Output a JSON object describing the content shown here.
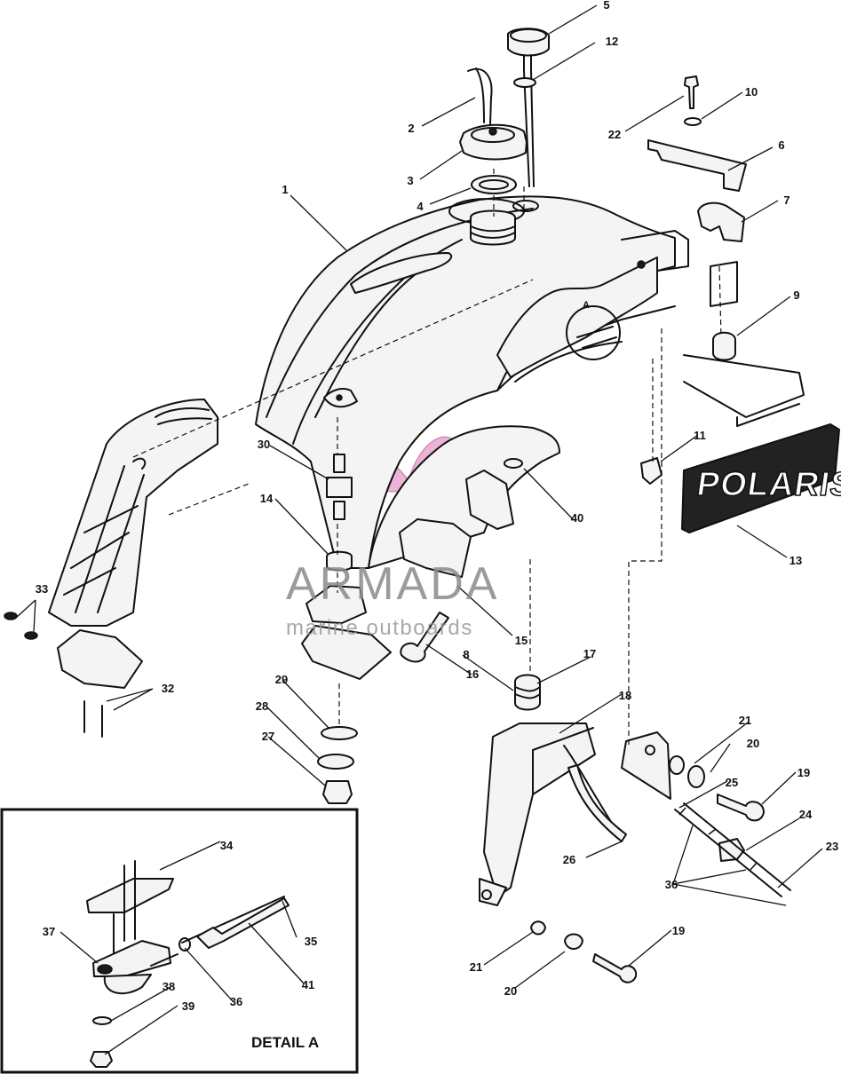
{
  "diagram": {
    "watermark": {
      "brand": "ARMADA",
      "tagline": "marine outboards",
      "logo_icon": "propeller-icon",
      "color": "#e8a8cf"
    },
    "detail_label": "DETAIL A",
    "detail_marker": "A",
    "decal_text": "POLARIS",
    "callouts": [
      {
        "id": "c1",
        "label": "1"
      },
      {
        "id": "c2",
        "label": "2"
      },
      {
        "id": "c3",
        "label": "3"
      },
      {
        "id": "c4",
        "label": "4"
      },
      {
        "id": "c5",
        "label": "5"
      },
      {
        "id": "c6",
        "label": "6"
      },
      {
        "id": "c7",
        "label": "7"
      },
      {
        "id": "c8",
        "label": "8"
      },
      {
        "id": "c9",
        "label": "9"
      },
      {
        "id": "c10",
        "label": "10"
      },
      {
        "id": "c11",
        "label": "11"
      },
      {
        "id": "c12",
        "label": "12"
      },
      {
        "id": "c13",
        "label": "13"
      },
      {
        "id": "c14",
        "label": "14"
      },
      {
        "id": "c15",
        "label": "15"
      },
      {
        "id": "c16",
        "label": "16"
      },
      {
        "id": "c17",
        "label": "17"
      },
      {
        "id": "c18",
        "label": "18"
      },
      {
        "id": "c19a",
        "label": "19"
      },
      {
        "id": "c19b",
        "label": "19"
      },
      {
        "id": "c20a",
        "label": "20"
      },
      {
        "id": "c20b",
        "label": "20"
      },
      {
        "id": "c21a",
        "label": "21"
      },
      {
        "id": "c21b",
        "label": "21"
      },
      {
        "id": "c22",
        "label": "22"
      },
      {
        "id": "c23",
        "label": "23"
      },
      {
        "id": "c24",
        "label": "24"
      },
      {
        "id": "c25",
        "label": "25"
      },
      {
        "id": "c26",
        "label": "26"
      },
      {
        "id": "c27",
        "label": "27"
      },
      {
        "id": "c28",
        "label": "28"
      },
      {
        "id": "c29",
        "label": "29"
      },
      {
        "id": "c30",
        "label": "30"
      },
      {
        "id": "c32",
        "label": "32"
      },
      {
        "id": "c33",
        "label": "33"
      },
      {
        "id": "c34",
        "label": "34"
      },
      {
        "id": "c35",
        "label": "35"
      },
      {
        "id": "c36a",
        "label": "36"
      },
      {
        "id": "c36b",
        "label": "36"
      },
      {
        "id": "c37",
        "label": "37"
      },
      {
        "id": "c38",
        "label": "38"
      },
      {
        "id": "c39",
        "label": "39"
      },
      {
        "id": "c40",
        "label": "40"
      },
      {
        "id": "c41",
        "label": "41"
      }
    ]
  }
}
